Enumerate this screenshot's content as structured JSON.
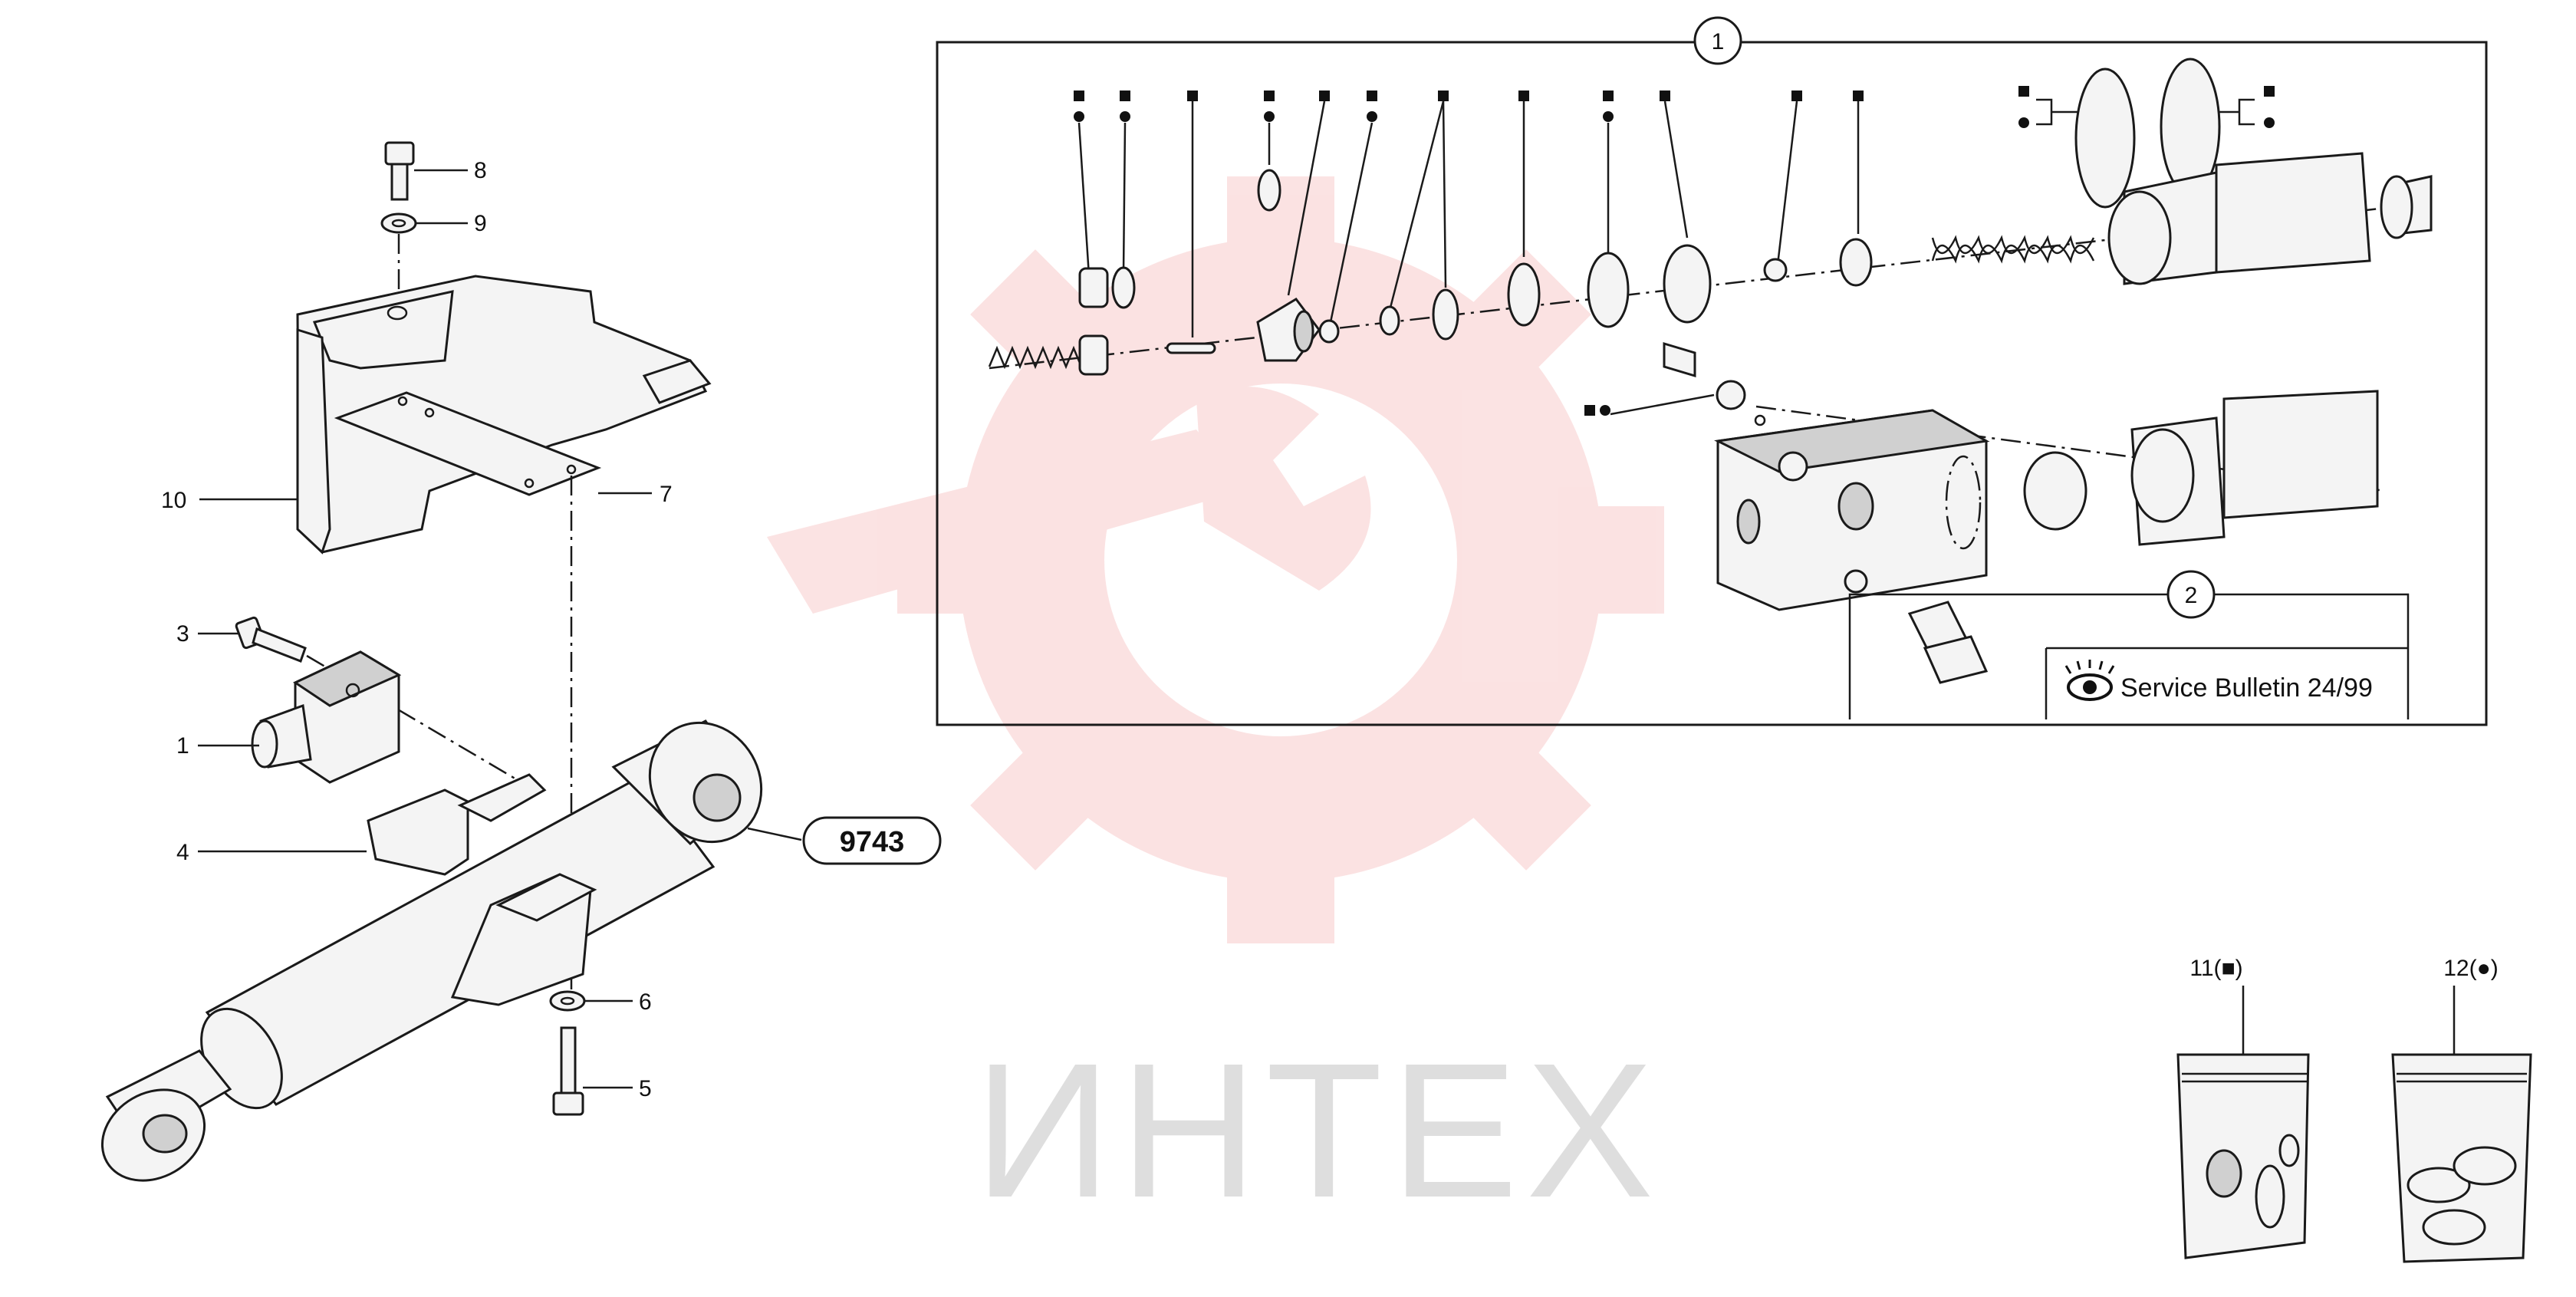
{
  "diagram": {
    "watermark_text": "ИНТЕХ",
    "colors": {
      "line": "#1a1a1a",
      "watermark": "#e63a3a",
      "watermark_text": "#8a8a8a"
    },
    "callouts": {
      "c8": "8",
      "c9": "9",
      "c10": "10",
      "c7": "7",
      "c3": "3",
      "c1": "1",
      "c4": "4",
      "c6": "6",
      "c5": "5",
      "box1": "1",
      "box2": "2",
      "kit11": "11(■)",
      "kit12": "12(●)"
    },
    "reference_number": "9743",
    "service_bulletin": "Service Bulletin 24/99",
    "icons": [
      "eye-icon",
      "gear-watermark",
      "square-marker",
      "dot-marker"
    ]
  }
}
